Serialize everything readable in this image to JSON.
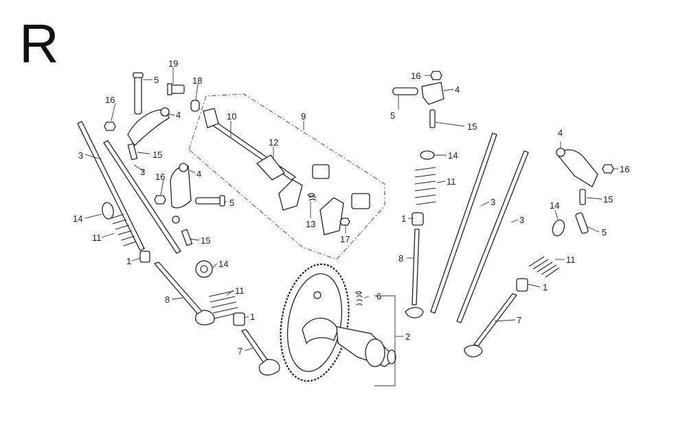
{
  "section_letter": "R",
  "callouts": {
    "c1a": "1",
    "c1b": "1",
    "c1c": "1",
    "c1d": "1",
    "c2": "2",
    "c3a": "3",
    "c3b": "3",
    "c3c": "3",
    "c3d": "3",
    "c4a": "4",
    "c4b": "4",
    "c4c": "4",
    "c4d": "4",
    "c5a": "5",
    "c5b": "5",
    "c5c": "5",
    "c5d": "5",
    "c6": "6",
    "c7a": "7",
    "c7b": "7",
    "c8a": "8",
    "c8b": "8",
    "c9": "9",
    "c10": "10",
    "c11a": "11",
    "c11b": "11",
    "c11c": "11",
    "c11d": "11",
    "c12": "12",
    "c13": "13",
    "c14a": "14",
    "c14b": "14",
    "c14c": "14",
    "c14d": "14",
    "c15a": "15",
    "c15b": "15",
    "c15c": "15",
    "c15d": "15",
    "c16a": "16",
    "c16b": "16",
    "c16c": "16",
    "c16d": "16",
    "c17": "17",
    "c18": "18",
    "c19": "19"
  }
}
